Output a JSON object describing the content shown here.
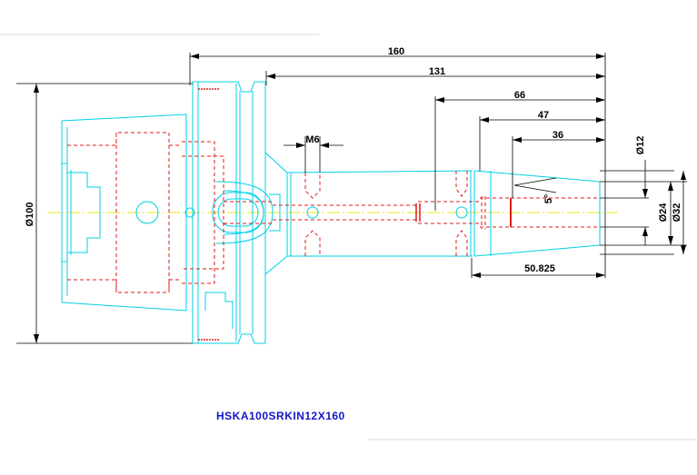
{
  "title": "HSKA100SRKIN12X160",
  "colors": {
    "outline": "#00d0e6",
    "hidden": "#e01b1b",
    "center": "#e8e81a",
    "dimension": "#000000",
    "title": "#1515c8"
  },
  "dimensions": {
    "overall_length": "160",
    "shank_length": "131",
    "nose_length": "66",
    "collet_length": "47",
    "bore_depth": "36",
    "nose_taper_length": "50.825",
    "flange_diameter": "Ø100",
    "bore_diameter": "Ø12",
    "nose_diameter_small": "Ø24",
    "nose_diameter_large": "Ø32",
    "thread": "M6",
    "taper_angle": "5°"
  }
}
